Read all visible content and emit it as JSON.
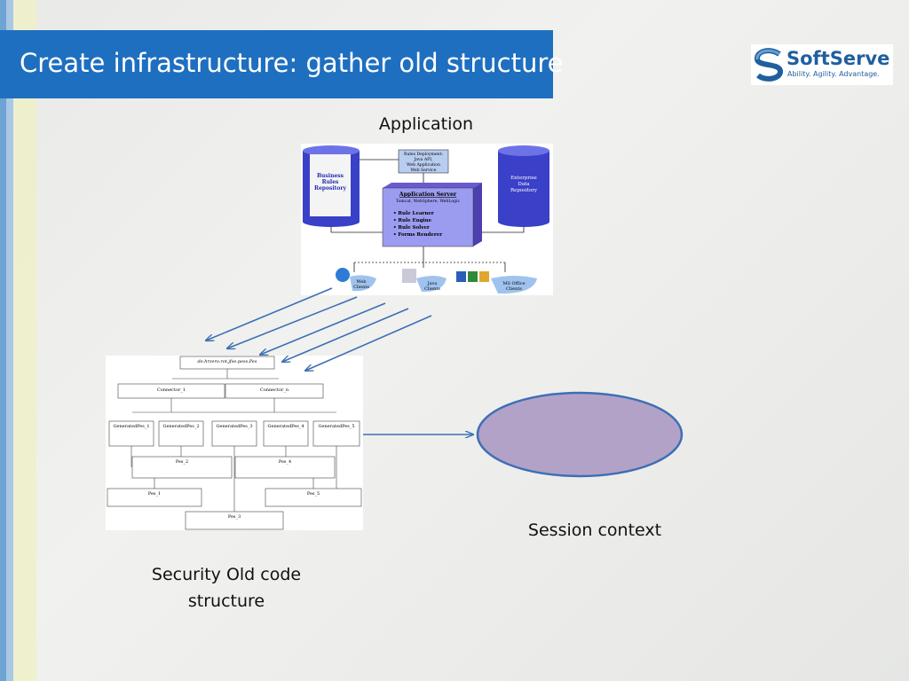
{
  "slide": {
    "title": "Create infrastructure: gather old structure",
    "logo": {
      "name": "SoftServe",
      "tagline": "Ability. Agility. Advantage."
    },
    "labels": {
      "application": "Application",
      "security_line1": "Security Old code",
      "security_line2": "structure",
      "session": "Session context"
    }
  },
  "application_diagram": {
    "rules_repo": "Business Rules Repository",
    "rules_deploy": [
      "Rules Deployment:",
      "Java API,",
      "Web Application",
      "Web Service"
    ],
    "app_server": "Application Server",
    "app_server_sub": "Tomcat, WebSphere, WebLogic",
    "app_server_items": [
      "Rule Learner",
      "Rule Engine",
      "Rule Solver",
      "Forms Renderer"
    ],
    "enterprise": [
      "Enterprise",
      "Data",
      "Repository"
    ],
    "clients": [
      {
        "line1": "Web",
        "line2": "Clients"
      },
      {
        "line1": "Java",
        "line2": "Clients"
      },
      {
        "line1": "MS Office",
        "line2": "Clients"
      }
    ]
  },
  "uml_diagram": {
    "root": "de.hrzero.rot.jfse.pess.Pes",
    "connectors": [
      "Connector_1",
      "Connector_n"
    ],
    "generated": [
      "GeneratedPes_1",
      "GeneratedPes_2",
      "GeneratedPes_3",
      "GeneratedPes_4",
      "GeneratedPes_5"
    ],
    "mid": [
      "Pes_2",
      "Pes_4"
    ],
    "low": [
      "Pes_1",
      "Pes_5"
    ],
    "bottom": "Pes_3"
  },
  "colors": {
    "title_bg": "#1e6fc0",
    "arrow": "#3d6fb5",
    "ellipse_fill": "#b3a2c7",
    "ellipse_stroke": "#3d6fb5"
  }
}
